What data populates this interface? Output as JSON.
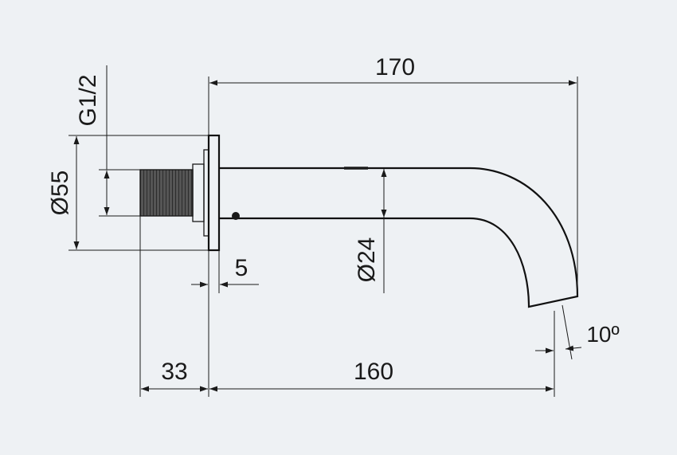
{
  "drawing": {
    "dimensions": {
      "overall_length": "170",
      "spout_length": "160",
      "thread_length": "33",
      "plate_thickness": "5",
      "plate_diameter": "Ø55",
      "spout_diameter": "Ø24",
      "thread_size": "G1/2",
      "tilt_angle": "10º"
    },
    "colors": {
      "background": "#eef1f4",
      "line": "#1a1a1a",
      "thread_fill": "#3a3a3a"
    }
  }
}
